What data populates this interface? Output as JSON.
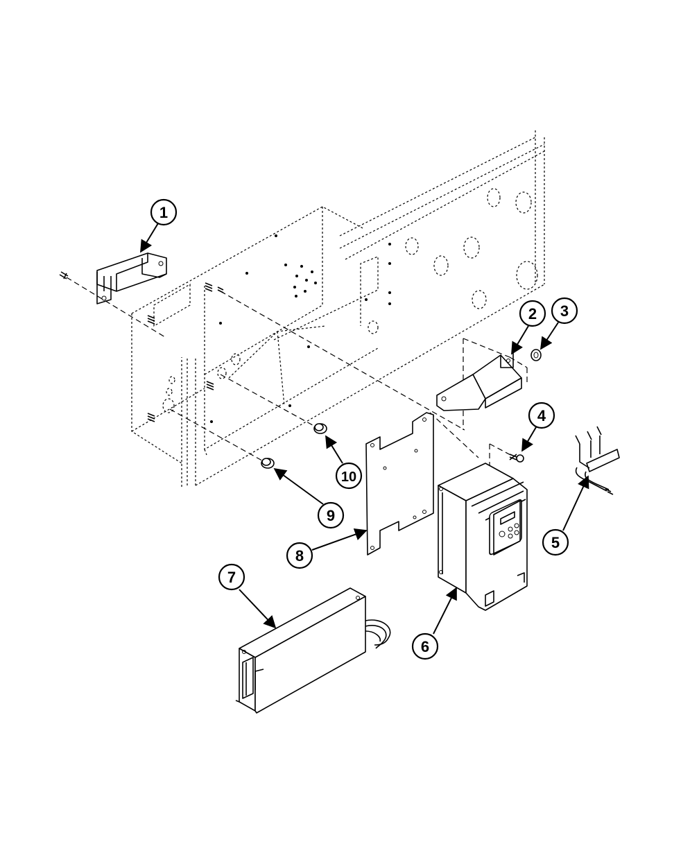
{
  "callouts": [
    {
      "id": "callout-1",
      "text": "1"
    },
    {
      "id": "callout-2",
      "text": "2"
    },
    {
      "id": "callout-3",
      "text": "3"
    },
    {
      "id": "callout-4",
      "text": "4"
    },
    {
      "id": "callout-5",
      "text": "5"
    },
    {
      "id": "callout-6",
      "text": "6"
    },
    {
      "id": "callout-7",
      "text": "7"
    },
    {
      "id": "callout-8",
      "text": "8"
    },
    {
      "id": "callout-9",
      "text": "9"
    },
    {
      "id": "callout-10",
      "text": "10"
    }
  ],
  "colors": {
    "line": "#000000",
    "background": "#ffffff"
  }
}
